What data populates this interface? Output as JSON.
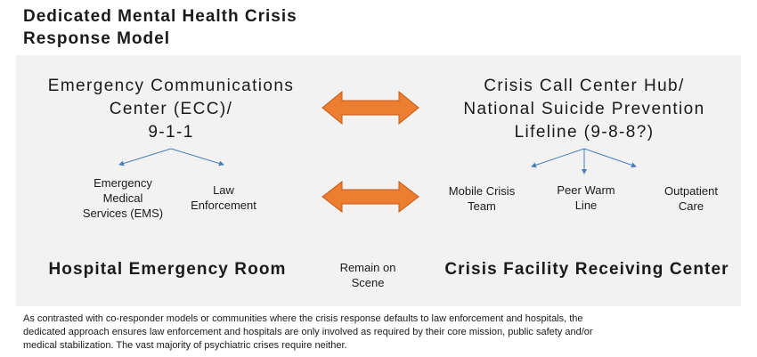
{
  "title": "Dedicated Mental Health Crisis Response Model",
  "title_lines": [
    "Dedicated Mental Health Crisis",
    "Response Model"
  ],
  "left_hub": {
    "lines": [
      "Emergency Communications",
      "Center (ECC)/",
      "9-1-1"
    ],
    "children": [
      {
        "lines": [
          "Emergency",
          "Medical",
          "Services (EMS)"
        ]
      },
      {
        "lines": [
          "Law",
          "Enforcement"
        ]
      }
    ]
  },
  "right_hub": {
    "lines": [
      "Crisis Call Center Hub/",
      "National Suicide Prevention",
      "Lifeline (9-8-8?)"
    ],
    "children": [
      {
        "lines": [
          "Mobile Crisis",
          "Team"
        ]
      },
      {
        "lines": [
          "Peer Warm",
          "Line"
        ]
      },
      {
        "lines": [
          "Outpatient",
          "Care"
        ]
      }
    ]
  },
  "bottom": {
    "left": "Hospital Emergency Room",
    "middle_lines": [
      "Remain on",
      "Scene"
    ],
    "right": "Crisis Facility Receiving Center"
  },
  "footer_lines": [
    "As contrasted with co-responder models or communities where the crisis response defaults to law enforcement and hospitals, the",
    "dedicated approach ensures law enforcement and hospitals are only involved as required by their core mission, public safety and/or",
    "medical stabilization. The vast majority of psychiatric crises require neither."
  ],
  "colors": {
    "panel": "#f2f2f2",
    "arrow_fill": "#ed7d31",
    "arrow_stroke": "#c55a11",
    "connector": "#4a7ebb"
  }
}
